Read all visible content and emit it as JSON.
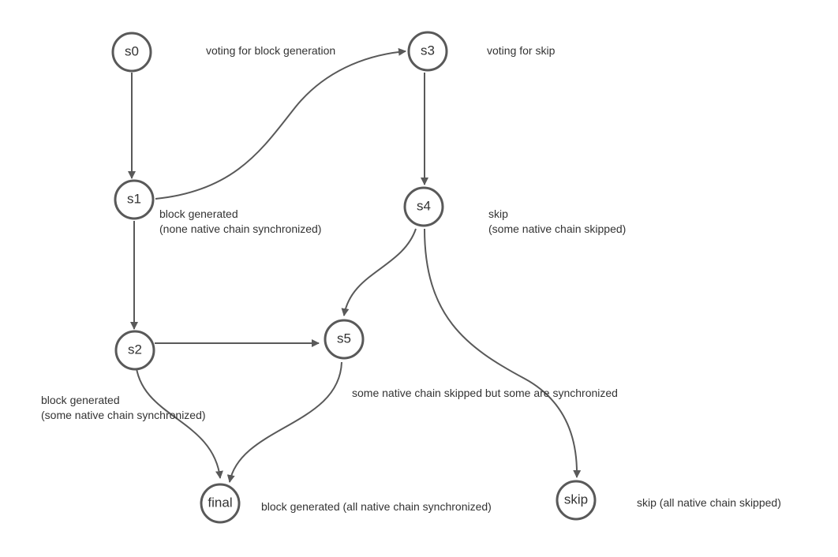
{
  "nodes": {
    "s0": "s0",
    "s1": "s1",
    "s2": "s2",
    "s3": "s3",
    "s4": "s4",
    "s5": "s5",
    "final": "final",
    "skip": "skip"
  },
  "annotations": {
    "s0": [
      "voting for block generation"
    ],
    "s3": [
      "voting for skip"
    ],
    "s1": [
      "block generated",
      "(none native chain synchronized)"
    ],
    "s4": [
      "skip",
      "(some native chain skipped)"
    ],
    "s2": [
      "block generated",
      "(some native chain synchronized)"
    ],
    "s5": [
      "some native chain skipped but some are synchronized"
    ],
    "final": [
      "block generated (all native chain synchronized)"
    ],
    "skip": [
      "skip (all native chain skipped)"
    ]
  },
  "edges": [
    {
      "from": "s0",
      "to": "s1"
    },
    {
      "from": "s1",
      "to": "s3"
    },
    {
      "from": "s1",
      "to": "s2"
    },
    {
      "from": "s3",
      "to": "s4"
    },
    {
      "from": "s4",
      "to": "s5"
    },
    {
      "from": "s4",
      "to": "skip"
    },
    {
      "from": "s2",
      "to": "s5"
    },
    {
      "from": "s2",
      "to": "final"
    },
    {
      "from": "s5",
      "to": "final"
    }
  ],
  "colors": {
    "stroke": "#595959",
    "text": "#333333",
    "background": "#ffffff"
  }
}
